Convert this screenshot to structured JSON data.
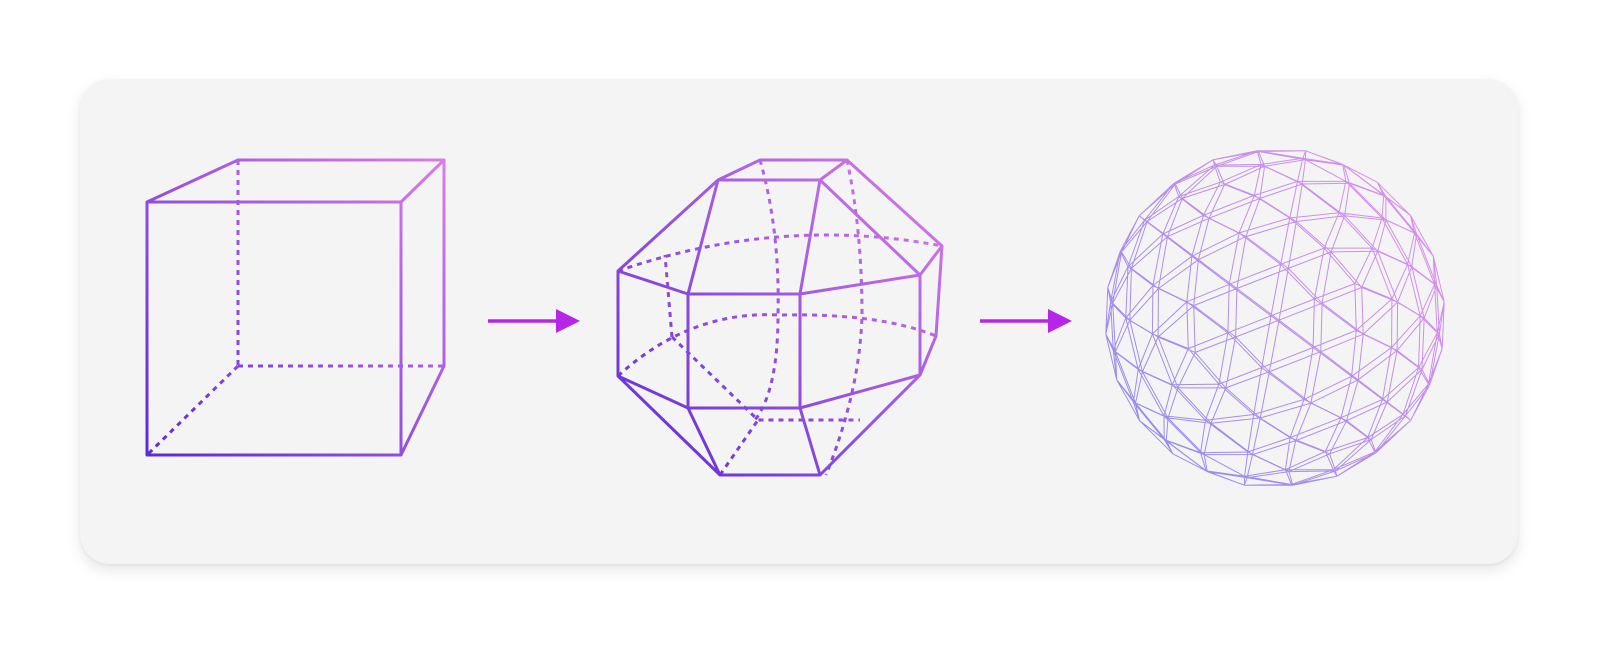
{
  "diagram": {
    "stages": [
      {
        "shape": "cube",
        "style": "wireframe with dashed hidden edges"
      },
      {
        "shape": "chamfered-polyhedron",
        "style": "wireframe with dashed hidden edges"
      },
      {
        "shape": "geodesic-sphere",
        "style": "triangulated wireframe"
      }
    ],
    "connectors": [
      "arrow",
      "arrow"
    ],
    "colors": {
      "panel_bg": "#f4f4f5",
      "gradient_start": "#5b2bd6",
      "gradient_end": "#d97de8",
      "arrow": "#b526e8",
      "sphere_start": "#7a7be8",
      "sphere_end": "#e27ee8"
    }
  }
}
